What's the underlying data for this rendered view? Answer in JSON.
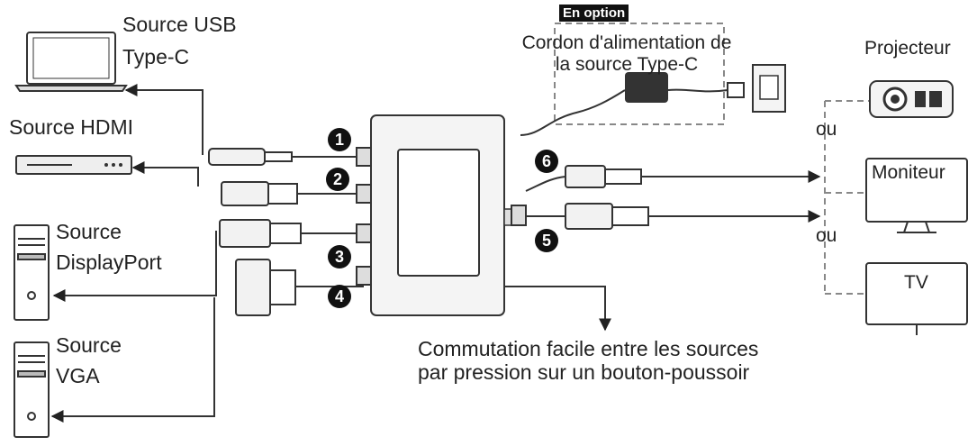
{
  "labels": {
    "usb_c": [
      "Source USB",
      "Type-C"
    ],
    "hdmi": "Source HDMI",
    "displayport": [
      "Source",
      "DisplayPort"
    ],
    "vga": [
      "Source",
      "VGA"
    ],
    "optional_badge": "En option",
    "power_cord": [
      "Cordon d'alimentation de",
      "la source Type-C"
    ],
    "projector": "Projecteur",
    "monitor": "Moniteur",
    "tv": "TV",
    "or_1": "ou",
    "or_2": "ou",
    "switch_note": [
      "Commutation facile entre les sources",
      "par pression sur un bouton-poussoir"
    ]
  },
  "port_numbers": [
    "1",
    "2",
    "3",
    "4",
    "5",
    "6"
  ],
  "icons": [
    "laptop-icon",
    "hdmi-player-icon",
    "pc-tower-icon",
    "pc-tower-icon",
    "power-adapter-icon",
    "wall-outlet-icon",
    "projector-icon",
    "monitor-icon",
    "tv-icon",
    "switch-box-icon"
  ]
}
